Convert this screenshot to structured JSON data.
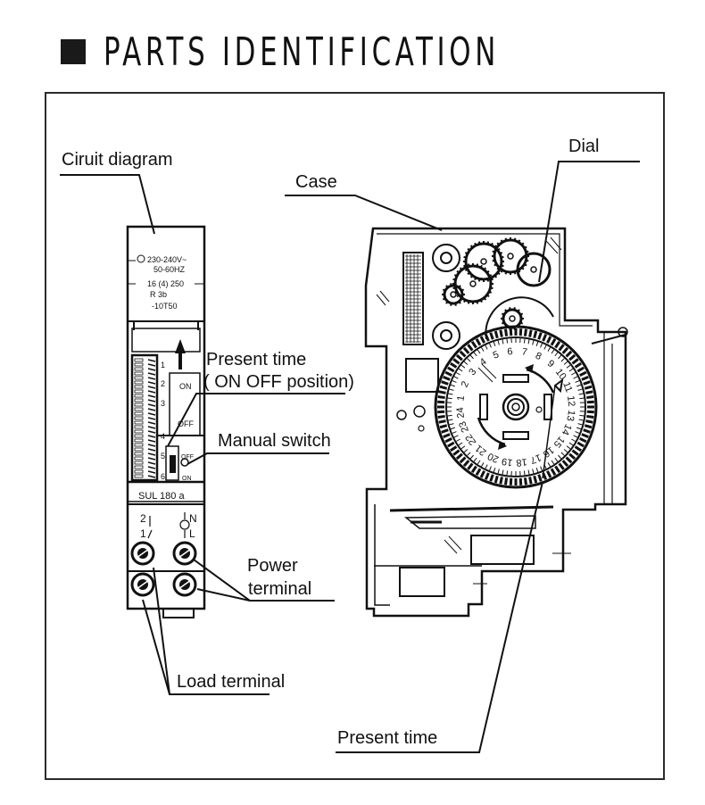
{
  "header": {
    "title": "PARTS IDENTIFICATION",
    "bullet_icon": "black-square"
  },
  "callouts": {
    "circuit_diagram": "Ciruit diagram",
    "case": "Case",
    "dial": "Dial",
    "present_time_onoff_line1": "Present time",
    "present_time_onoff_line2": "( ON OFF position)",
    "manual_switch": "Manual switch",
    "power_terminal_line1": "Power",
    "power_terminal_line2": "terminal",
    "load_terminal": "Load terminal",
    "present_time": "Present time"
  },
  "front_panel": {
    "spec_lines": [
      "230-240V~",
      "50-60HZ",
      "16 (4) 250",
      "R      3b",
      "-10T50"
    ],
    "window_labels": {
      "on": "ON",
      "off": "OFF"
    },
    "switch_labels": {
      "off": "OFF",
      "on": "ON"
    },
    "scale_numbers": [
      "1",
      "2",
      "3",
      "4",
      "5",
      "6"
    ],
    "model": "SUL  180  a",
    "terminal_labels": {
      "load_top": "2",
      "load_bottom": "1",
      "neutral": "N",
      "line": "L"
    }
  },
  "dial_face": {
    "hours": [
      "1",
      "2",
      "3",
      "4",
      "5",
      "6",
      "7",
      "8",
      "9",
      "10",
      "11",
      "12",
      "13",
      "14",
      "15",
      "16",
      "17",
      "18",
      "19",
      "20",
      "21",
      "22",
      "23",
      "24"
    ]
  }
}
